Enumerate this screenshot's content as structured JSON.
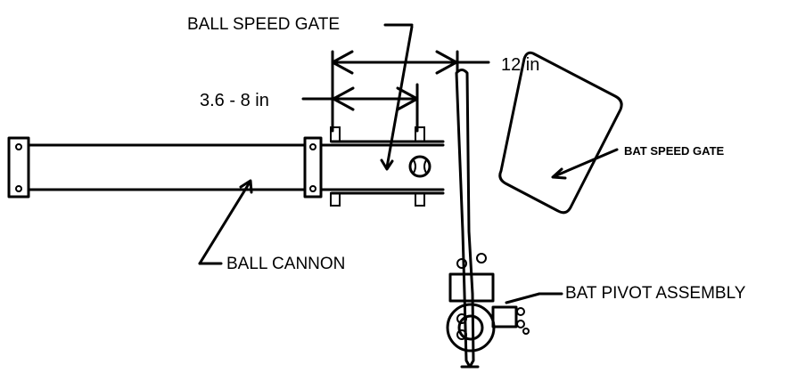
{
  "labels": {
    "ball_speed_gate": "BALL SPEED GATE",
    "dim_12": "12 in",
    "dim_range": "3.6 - 8 in",
    "bat_speed_gate": "BAT SPEED GATE",
    "ball_cannon": "BALL CANNON",
    "bat_pivot_assembly": "BAT PIVOT ASSEMBLY"
  },
  "colors": {
    "ink": "#000000",
    "paper": "#ffffff"
  },
  "icons": [
    "baseball-icon",
    "bolt-head-icon"
  ]
}
